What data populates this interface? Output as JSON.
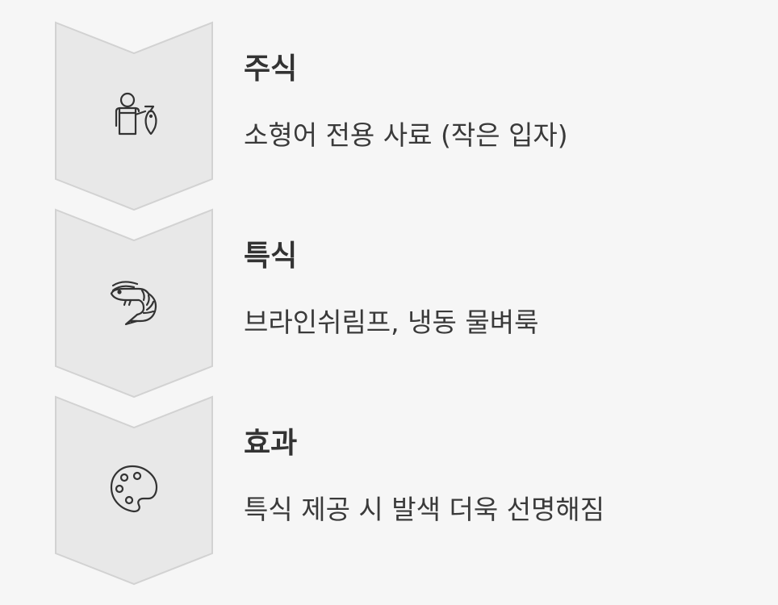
{
  "steps": [
    {
      "title": "주식",
      "description": "소형어 전용 사료 (작은 입자)",
      "icon": "fisherman-icon"
    },
    {
      "title": "특식",
      "description": "브라인쉬림프, 냉동 물벼룩",
      "icon": "shrimp-icon"
    },
    {
      "title": "효과",
      "description": "특식 제공 시 발색 더욱 선명해짐",
      "icon": "palette-icon"
    }
  ],
  "colors": {
    "background": "#f6f6f6",
    "chevron_fill": "#e8e8e8",
    "chevron_stroke": "#d2d2d2",
    "text": "#333333",
    "icon_stroke": "#333333"
  }
}
